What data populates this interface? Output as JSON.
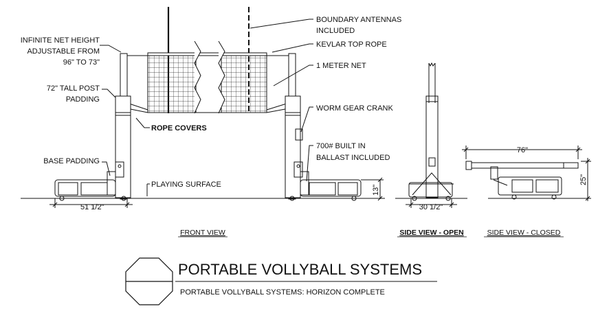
{
  "title": "PORTABLE VOLLYBALL SYSTEMS",
  "subtitle": "PORTABLE VOLLYBALL SYSTEMS: HORIZON COMPLETE",
  "views": {
    "front": "FRONT VIEW",
    "side_open": "SIDE VIEW - OPEN",
    "side_closed": "SIDE VIEW - CLOSED"
  },
  "labels": {
    "net_height_1": "INFINITE NET HEIGHT",
    "net_height_2": "ADJUSTABLE FROM",
    "net_height_3": "96\" TO 73\"",
    "post_padding_1": "72\" TALL POST",
    "post_padding_2": "PADDING",
    "rope_covers": "ROPE COVERS",
    "base_padding": "BASE PADDING",
    "playing_surface": "PLAYING SURFACE",
    "antennas_1": "BOUNDARY ANTENNAS",
    "antennas_2": "INCLUDED",
    "kevlar": "KEVLAR TOP ROPE",
    "net": "1 METER NET",
    "worm_gear": "WORM GEAR CRANK",
    "ballast_1": "700# BUILT IN",
    "ballast_2": "BALLAST INCLUDED"
  },
  "dimensions": {
    "base_width": "51 1/2\"",
    "base_height": "13\"",
    "side_base_width": "30 1/2\"",
    "closed_length": "76\"",
    "closed_height": "25\""
  }
}
